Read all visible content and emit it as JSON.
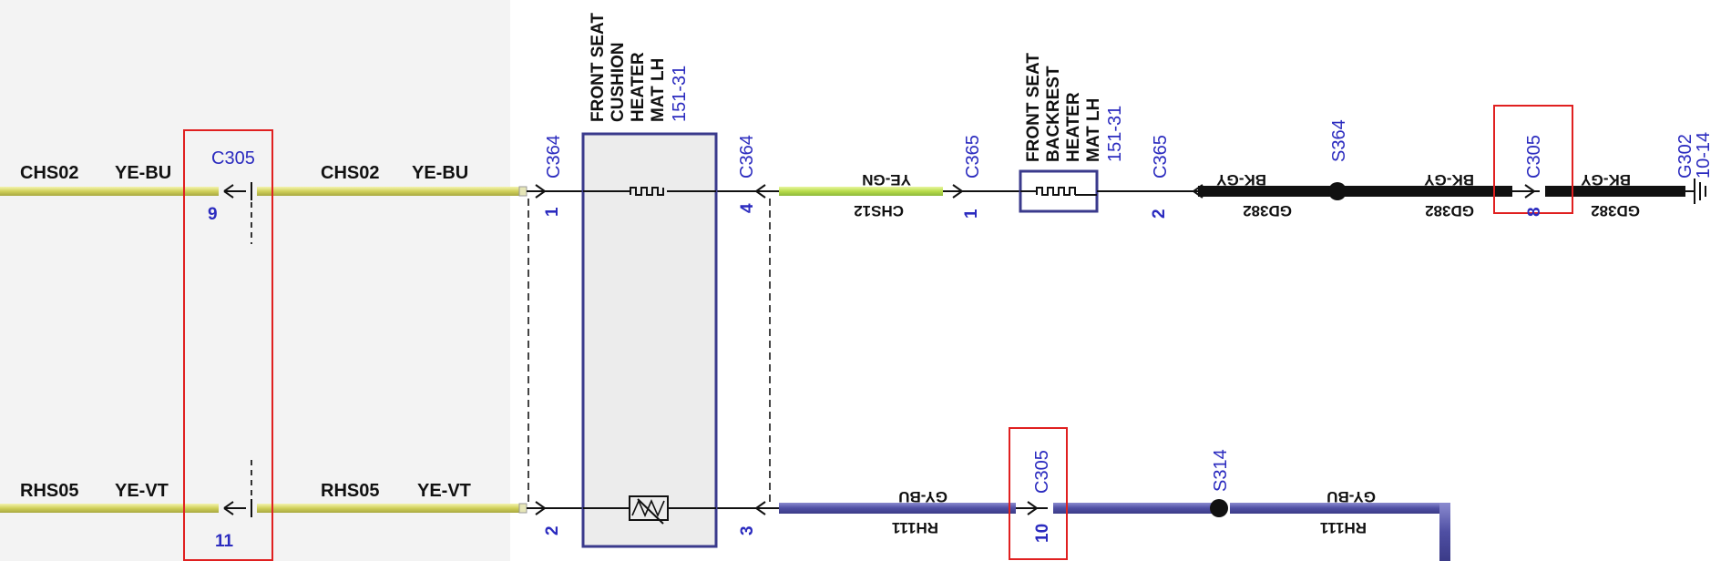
{
  "diagram": {
    "components": {
      "cushion": {
        "name_lines": [
          "FRONT SEAT",
          "CUSHION",
          "HEATER",
          "MAT LH"
        ],
        "ref": "151-31"
      },
      "backrest": {
        "name_lines": [
          "FRONT SEAT",
          "BACKREST",
          "HEATER",
          "MAT LH"
        ],
        "ref": "151-31"
      }
    },
    "connectors": {
      "c305_top": {
        "id": "C305",
        "pin": "9"
      },
      "c305_bottom": {
        "pin": "11"
      },
      "c364_left": {
        "id": "C364",
        "pin_top": "1",
        "pin_bottom": "2"
      },
      "c364_right": {
        "id": "C364",
        "pin_top": "4",
        "pin_bottom": "3"
      },
      "c365_left": {
        "id": "C365",
        "pin": "1"
      },
      "c365_right": {
        "id": "C365",
        "pin": "2"
      },
      "c305_mid": {
        "id": "C305",
        "pin": "10"
      },
      "c305_right": {
        "id": "C305",
        "pin": "8"
      }
    },
    "splices": {
      "s364": "S364",
      "s314": "S314"
    },
    "ground": {
      "id": "G302",
      "ref": "10-14"
    },
    "wires": {
      "top_left_circuit": "CHS02",
      "top_left_color": "YE-BU",
      "top_mid_circuit": "CHS02",
      "top_mid_color": "YE-BU",
      "yegn_color": "YE-GN",
      "yegn_circuit": "CHS12",
      "bkgy_1_color": "BK-GY",
      "bkgy_1_circuit": "GD382",
      "bkgy_2_color": "BK-GY",
      "bkgy_2_circuit": "GD382",
      "bkgy_3_color": "BK-GY",
      "bkgy_3_circuit": "GD382",
      "bot_left_circuit": "RHS05",
      "bot_left_color": "YE-VT",
      "bot_mid_circuit": "RHS05",
      "bot_mid_color": "YE-VT",
      "gybu_1_color": "GY-BU",
      "gybu_1_circuit": "RH111",
      "gybu_2_color": "GY-BU",
      "gybu_2_circuit": "RH111"
    },
    "colors": {
      "connector_label": "#2b2bbf",
      "component_border": "#3a3a8c",
      "highlight_box": "#e02020",
      "wire_yellow": "#d6d66a",
      "wire_yellow_green": "#c8e05a",
      "wire_black": "#111111",
      "wire_gray_blue": "#5a5aa8"
    }
  }
}
